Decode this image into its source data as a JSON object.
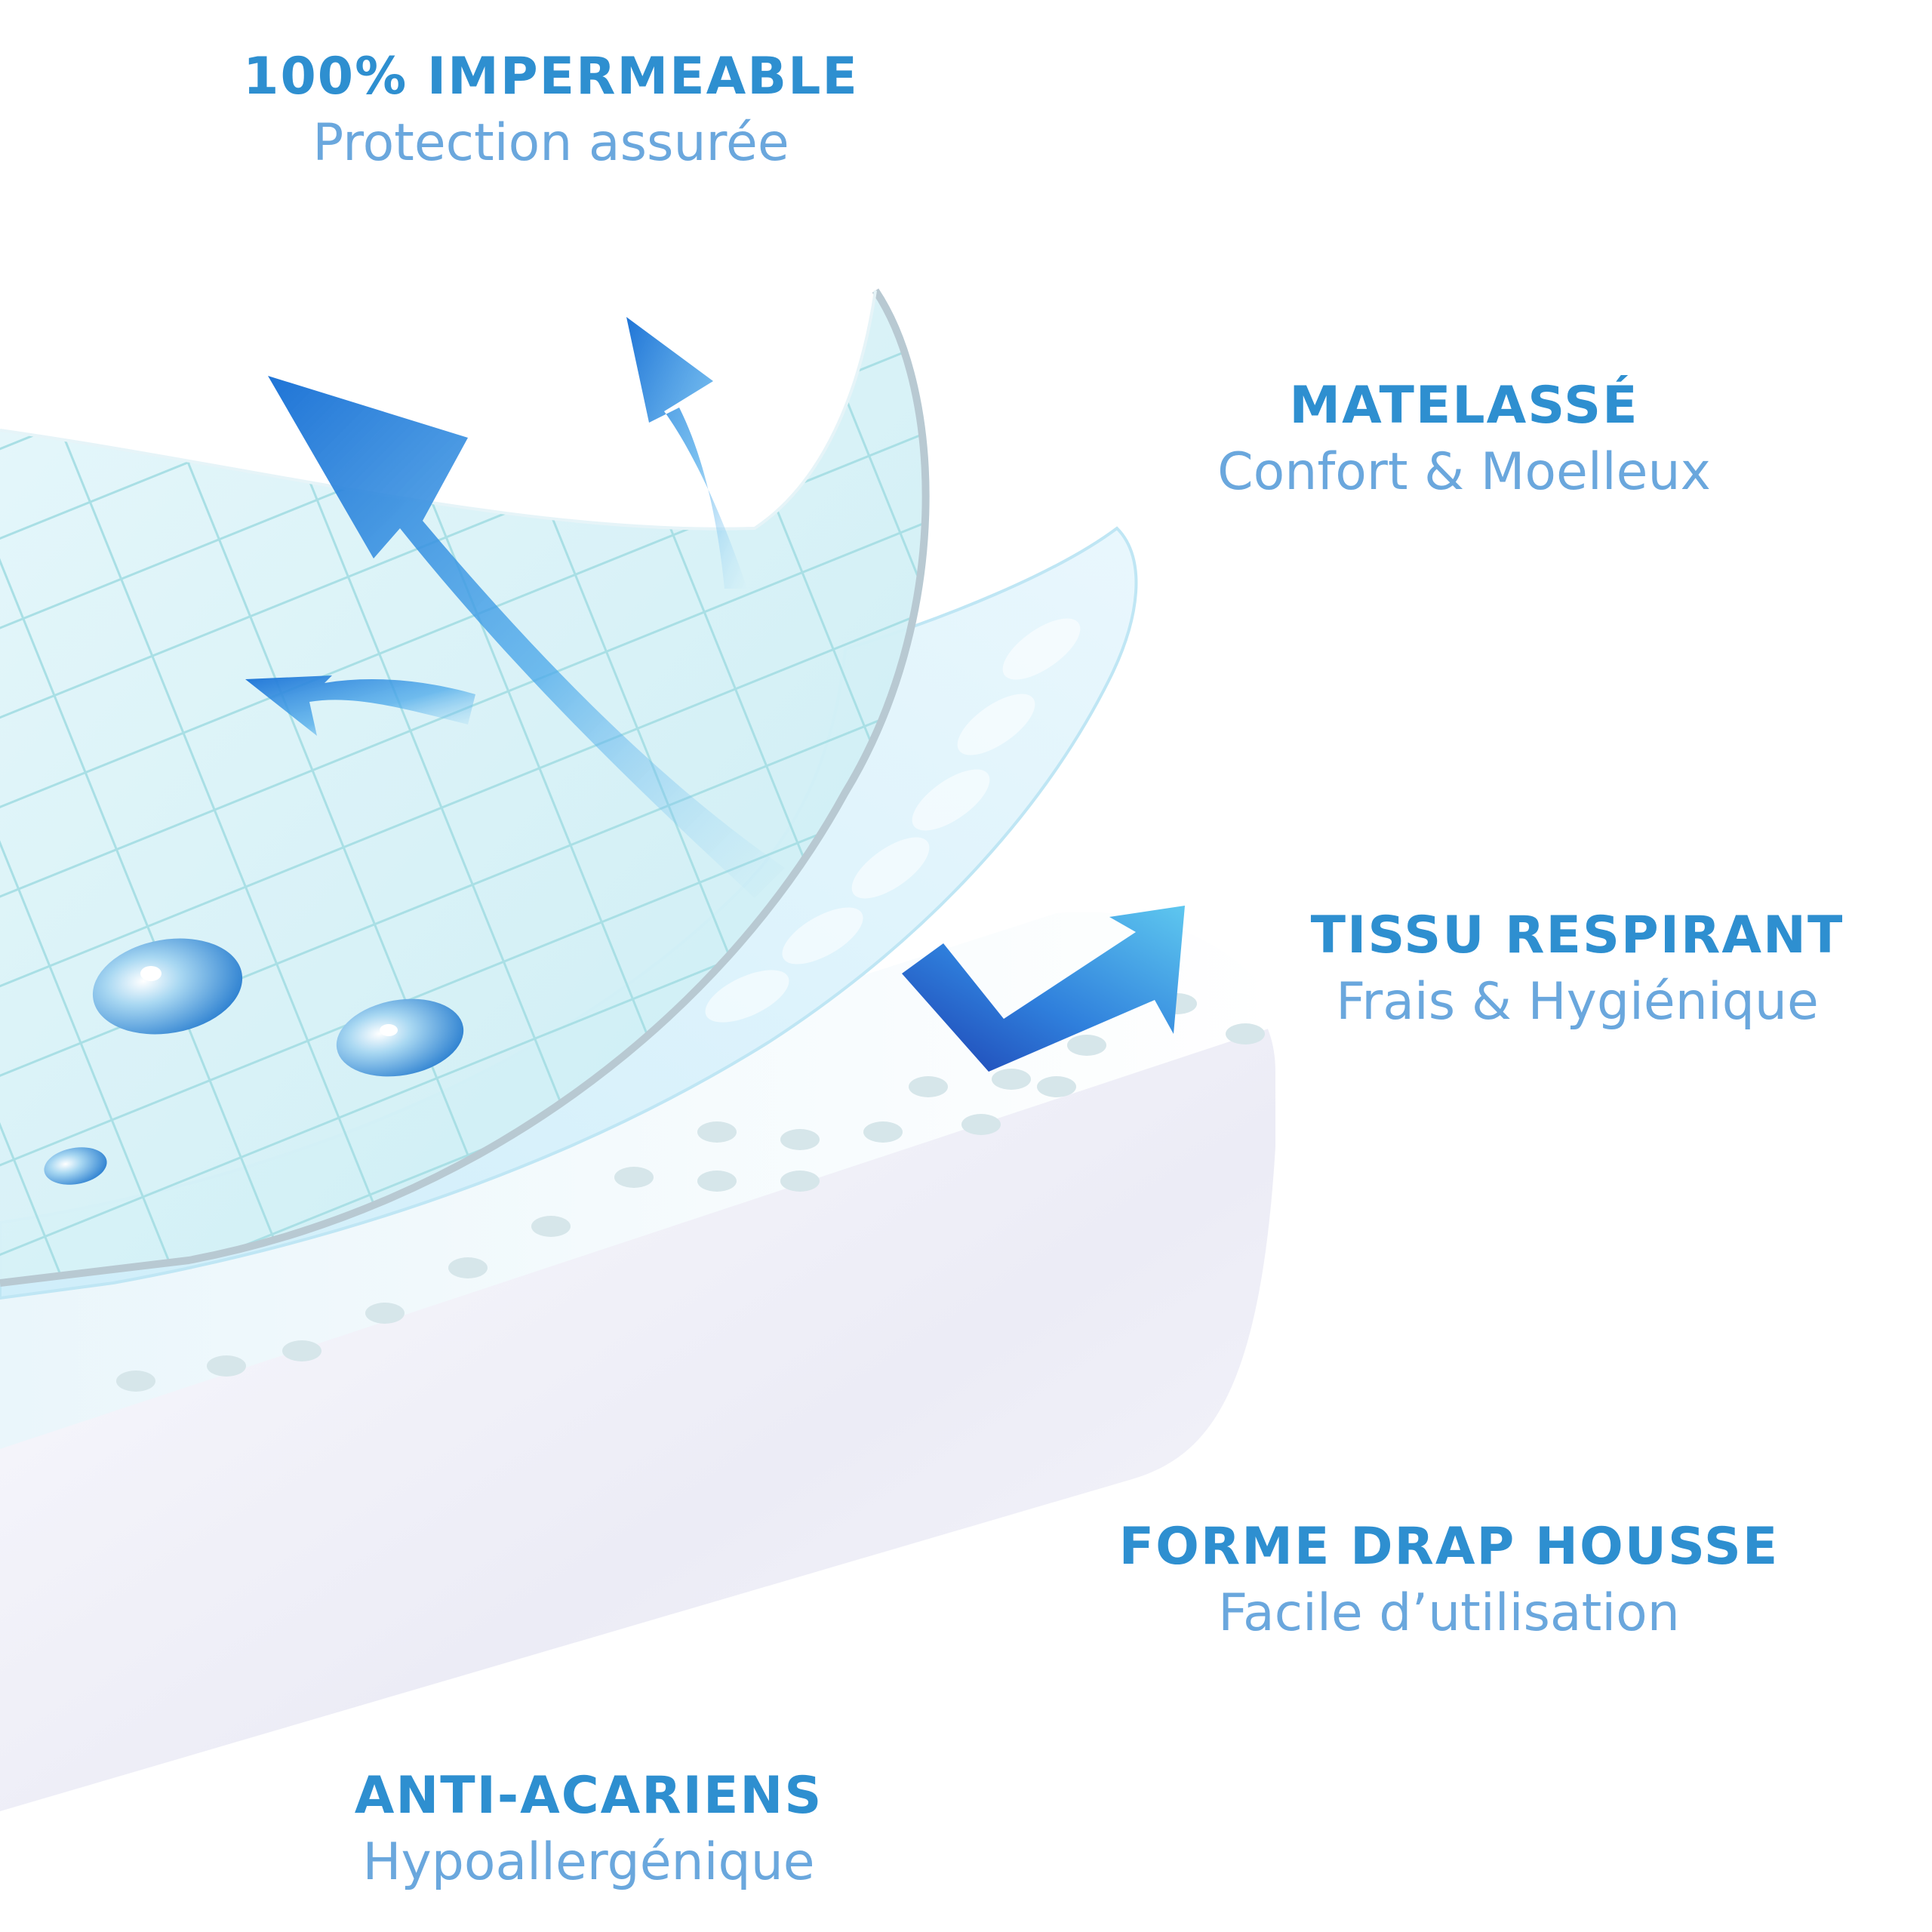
{
  "colors": {
    "title": "#2e8fd0",
    "subtitle": "#6aa7dd",
    "arrow_dark": "#1f74d6",
    "arrow_light": "#5ec7ef",
    "sheet": "#d9f3f7",
    "mattress": "#f3f3fa"
  },
  "features": [
    {
      "title": "100% IMPERMEABLE",
      "subtitle": "Protection assurée"
    },
    {
      "title": "MATELASSÉ",
      "subtitle": "Confort & Moelleux"
    },
    {
      "title": "TISSU RESPIRANT",
      "subtitle": "Frais & Hygiénique"
    },
    {
      "title": "FORME DRAP HOUSSE",
      "subtitle": "Facile d’utilisation"
    },
    {
      "title": "ANTI-ACARIENS",
      "subtitle": "Hypoallergénique"
    }
  ],
  "icons": [
    "airflow-arrow-icon",
    "water-drop-icon",
    "breathable-arrow-icon"
  ]
}
